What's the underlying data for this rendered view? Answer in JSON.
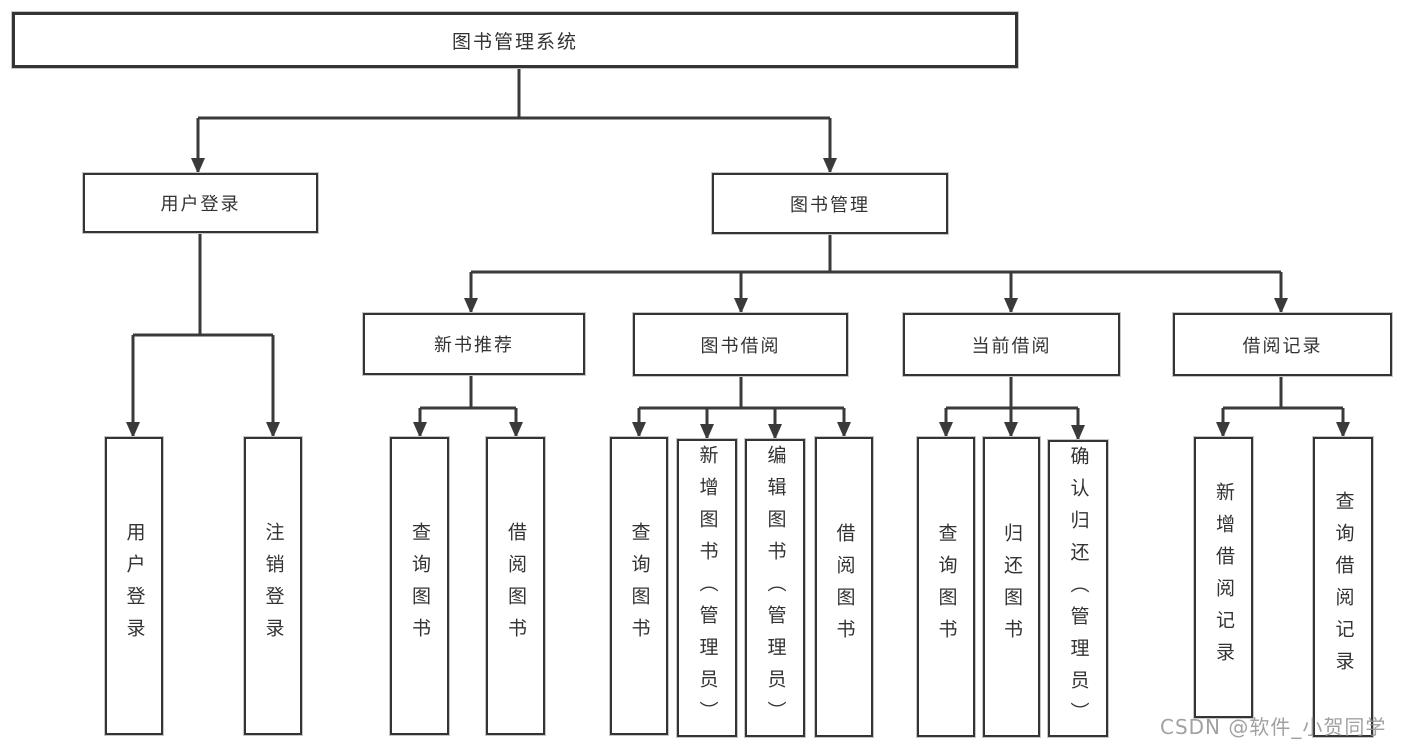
{
  "diagram_type": "functional-structure-tree",
  "colors": {
    "background": "#ffffff",
    "line": "#3a3a3a",
    "box_border": "#343434",
    "box_fill": "#ffffff",
    "text": "#333333",
    "watermark": "#919191"
  },
  "watermark": "CSDN @软件_小贺同学",
  "tree": {
    "label": "图书管理系统",
    "children": [
      {
        "label": "用户登录",
        "children": [
          {
            "label": "用户登录"
          },
          {
            "label": "注销登录"
          }
        ]
      },
      {
        "label": "图书管理",
        "children": [
          {
            "label": "新书推荐",
            "children": [
              {
                "label": "查询图书"
              },
              {
                "label": "借阅图书"
              }
            ]
          },
          {
            "label": "图书借阅",
            "children": [
              {
                "label": "查询图书"
              },
              {
                "label": "新增图书（管理员）"
              },
              {
                "label": "编辑图书（管理员）"
              },
              {
                "label": "借阅图书"
              }
            ]
          },
          {
            "label": "当前借阅",
            "children": [
              {
                "label": "查询图书"
              },
              {
                "label": "归还图书"
              },
              {
                "label": "确认归还（管理员）"
              }
            ]
          },
          {
            "label": "借阅记录",
            "children": [
              {
                "label": "新增借阅记录"
              },
              {
                "label": "查询借阅记录"
              }
            ]
          }
        ]
      }
    ]
  }
}
